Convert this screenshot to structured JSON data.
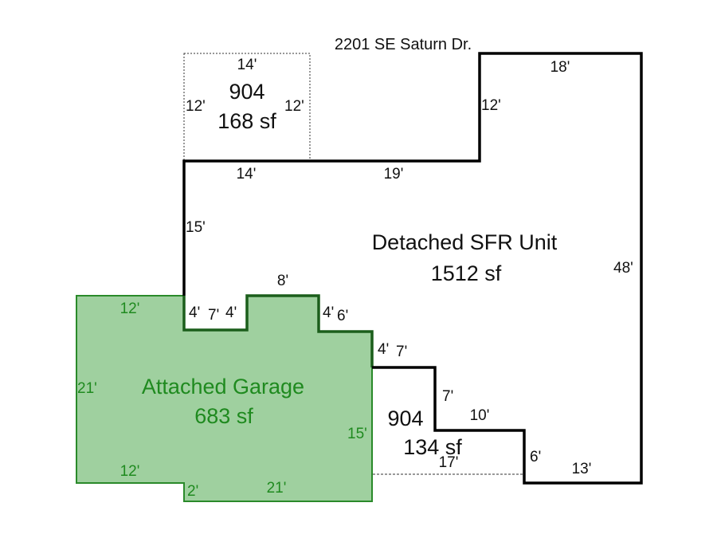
{
  "title": "2201 SE Saturn Dr.",
  "areas": {
    "main": {
      "name": "Detached SFR Unit",
      "area": "1512 sf"
    },
    "garage": {
      "name": "Attached Garage",
      "area": "683 sf"
    },
    "upper_904": {
      "code": "904",
      "area": "168 sf"
    },
    "lower_904": {
      "code": "904",
      "area": "134 sf"
    }
  },
  "colors": {
    "garage_fill": "#9fd09f",
    "garage_stroke": "#1f7a1f",
    "garage_text": "#1f8a1f",
    "main_stroke": "#000000"
  },
  "dimensions": {
    "upper_box_top": "14'",
    "upper_box_left": "12'",
    "upper_box_right": "12'",
    "main_top_left": "14'",
    "main_top_mid": "19'",
    "main_step_up": "12'",
    "main_top_right": "18'",
    "main_right": "48'",
    "main_left": "15'",
    "notch_left_drop": "4'",
    "notch_left_width": "7'",
    "notch_left_rise": "4'",
    "notch_top": "8'",
    "notch_right_drop": "4'",
    "notch_right_width": "6'",
    "garage_right_upper": "4'",
    "step_a_width": "7'",
    "step_a_drop": "7'",
    "step_b_width": "10'",
    "step_b_drop": "6'",
    "main_bottom_right": "13'",
    "lower_box_bottom": "17'",
    "garage_top": "12'",
    "garage_left": "21'",
    "garage_bottom_left": "12'",
    "garage_jog": "2'",
    "garage_bottom": "21'",
    "garage_right": "15'"
  }
}
